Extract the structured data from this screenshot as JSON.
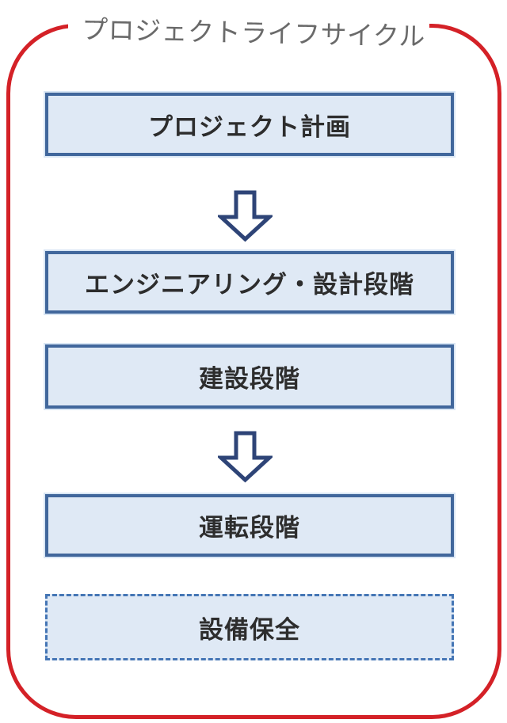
{
  "diagram": {
    "title": "プロジェクトライフサイクル",
    "boxes": [
      {
        "id": "project-plan",
        "label": "プロジェクト計画",
        "border_style": "solid"
      },
      {
        "id": "engineering-design",
        "label": "エンジニアリング・設計段階",
        "border_style": "solid"
      },
      {
        "id": "construction",
        "label": "建設段階",
        "border_style": "solid"
      },
      {
        "id": "operation",
        "label": "運転段階",
        "border_style": "solid"
      },
      {
        "id": "maintenance",
        "label": "設備保全",
        "border_style": "dashed"
      }
    ],
    "arrows": [
      {
        "icon": "down-arrow-icon",
        "from_box": 1,
        "to_box": 2
      },
      {
        "icon": "down-arrow-icon",
        "from_box": 3,
        "to_box": 4
      }
    ],
    "colors": {
      "frame_red": "#d42127",
      "box_border_blue": "#41679c",
      "box_fill_blue": "#dfe9f5",
      "dashed_border_blue": "#4576b5",
      "arrow_navy": "#2e4477",
      "title_gray": "#6a6a6a",
      "box_text": "#2d2d2d"
    }
  }
}
